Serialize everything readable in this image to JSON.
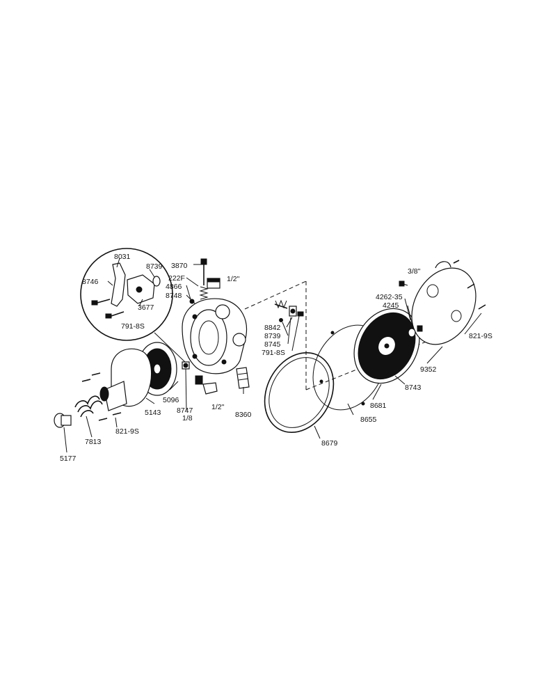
{
  "labels": {
    "l8031": "8031",
    "l8739a": "8739",
    "l8746": "8746",
    "l3677": "3677",
    "l791a": "791-8S",
    "l3870": "3870",
    "l222f": "222F",
    "l4866": "4866",
    "l8748": "8748",
    "half_top": "1/2\"",
    "l5096": "5096",
    "l8747": "8747",
    "l5143": "5143",
    "eighth": "1/8",
    "half_bot": "1/2\"",
    "l8360": "8360",
    "l821a": "821-9S",
    "l7813": "7813",
    "l5177": "5177",
    "l8842": "8842",
    "l8739b": "8739",
    "l8745": "8745",
    "l791b": "791-8S",
    "three_eighths": "3/8\"",
    "l4262": "4262-35",
    "l4245": "4245",
    "l821b": "821-9S",
    "l9352": "9352",
    "l8743": "8743",
    "l8681": "8681",
    "l8655": "8655",
    "l8679": "8679"
  }
}
